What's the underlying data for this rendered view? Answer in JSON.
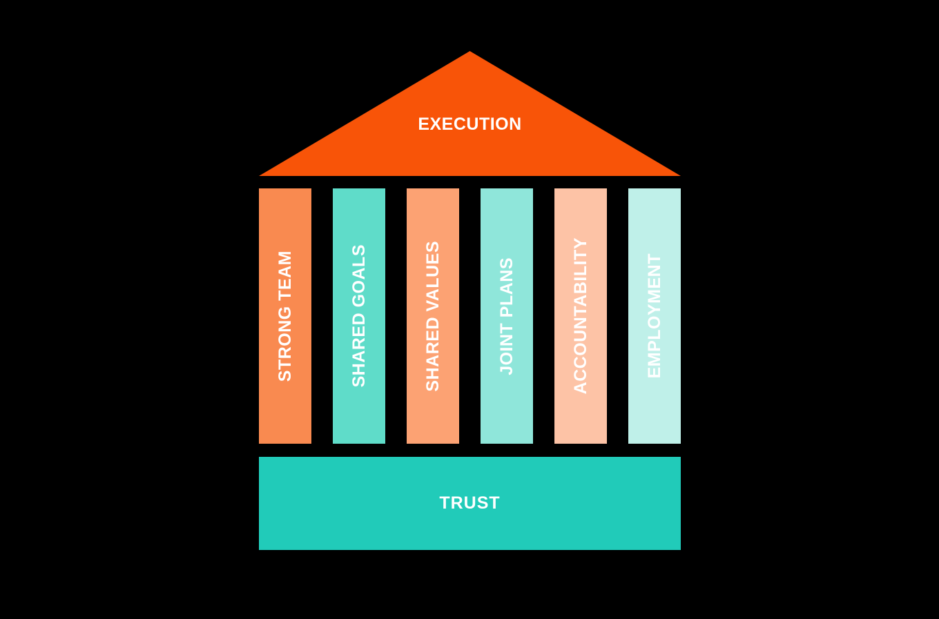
{
  "background_color": "#000000",
  "text_color": "#FFFFFF",
  "diagram": {
    "type": "house-pillars-diagram",
    "roof": {
      "label": "EXECUTION",
      "color": "#F85408"
    },
    "pillars": [
      {
        "label": "STRONG TEAM",
        "color": "#F98A50"
      },
      {
        "label": "SHARED GOALS",
        "color": "#5FDCC9"
      },
      {
        "label": "SHARED VALUES",
        "color": "#FCA273"
      },
      {
        "label": "JOINT PLANS",
        "color": "#8FE6DA"
      },
      {
        "label": "ACCOUNTABILITY",
        "color": "#FDC3A6"
      },
      {
        "label": "EMPLOYMENT",
        "color": "#BFF0E9"
      }
    ],
    "base": {
      "label": "TRUST",
      "color": "#21CBB9"
    }
  }
}
